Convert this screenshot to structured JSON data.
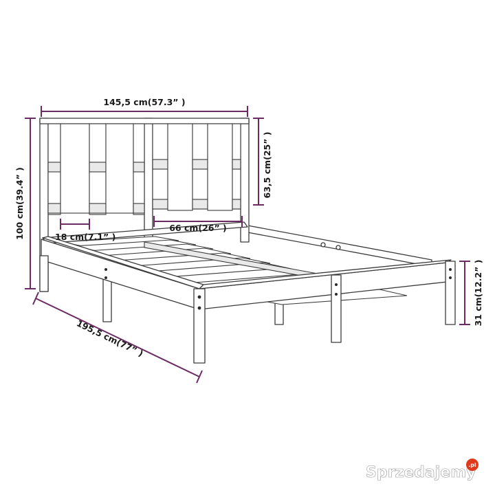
{
  "dimensions": {
    "total_width": "145,5 cm(57.3” )",
    "total_height": "100 cm(39.4” )",
    "headboard_panel_height": "63,5 cm(25” )",
    "leg_gap": "18 cm(7.1” )",
    "panel_width": "66 cm(26” )",
    "length": "195,5 cm(77” )",
    "frame_height": "31 cm(12.2” )"
  },
  "watermark": {
    "text": "Sprzedajemy",
    "badge": ".pl"
  },
  "colors": {
    "dimension_line": "#6b2a63",
    "outline": "#3a3a3a",
    "watermark_badge": "#e0391a"
  }
}
